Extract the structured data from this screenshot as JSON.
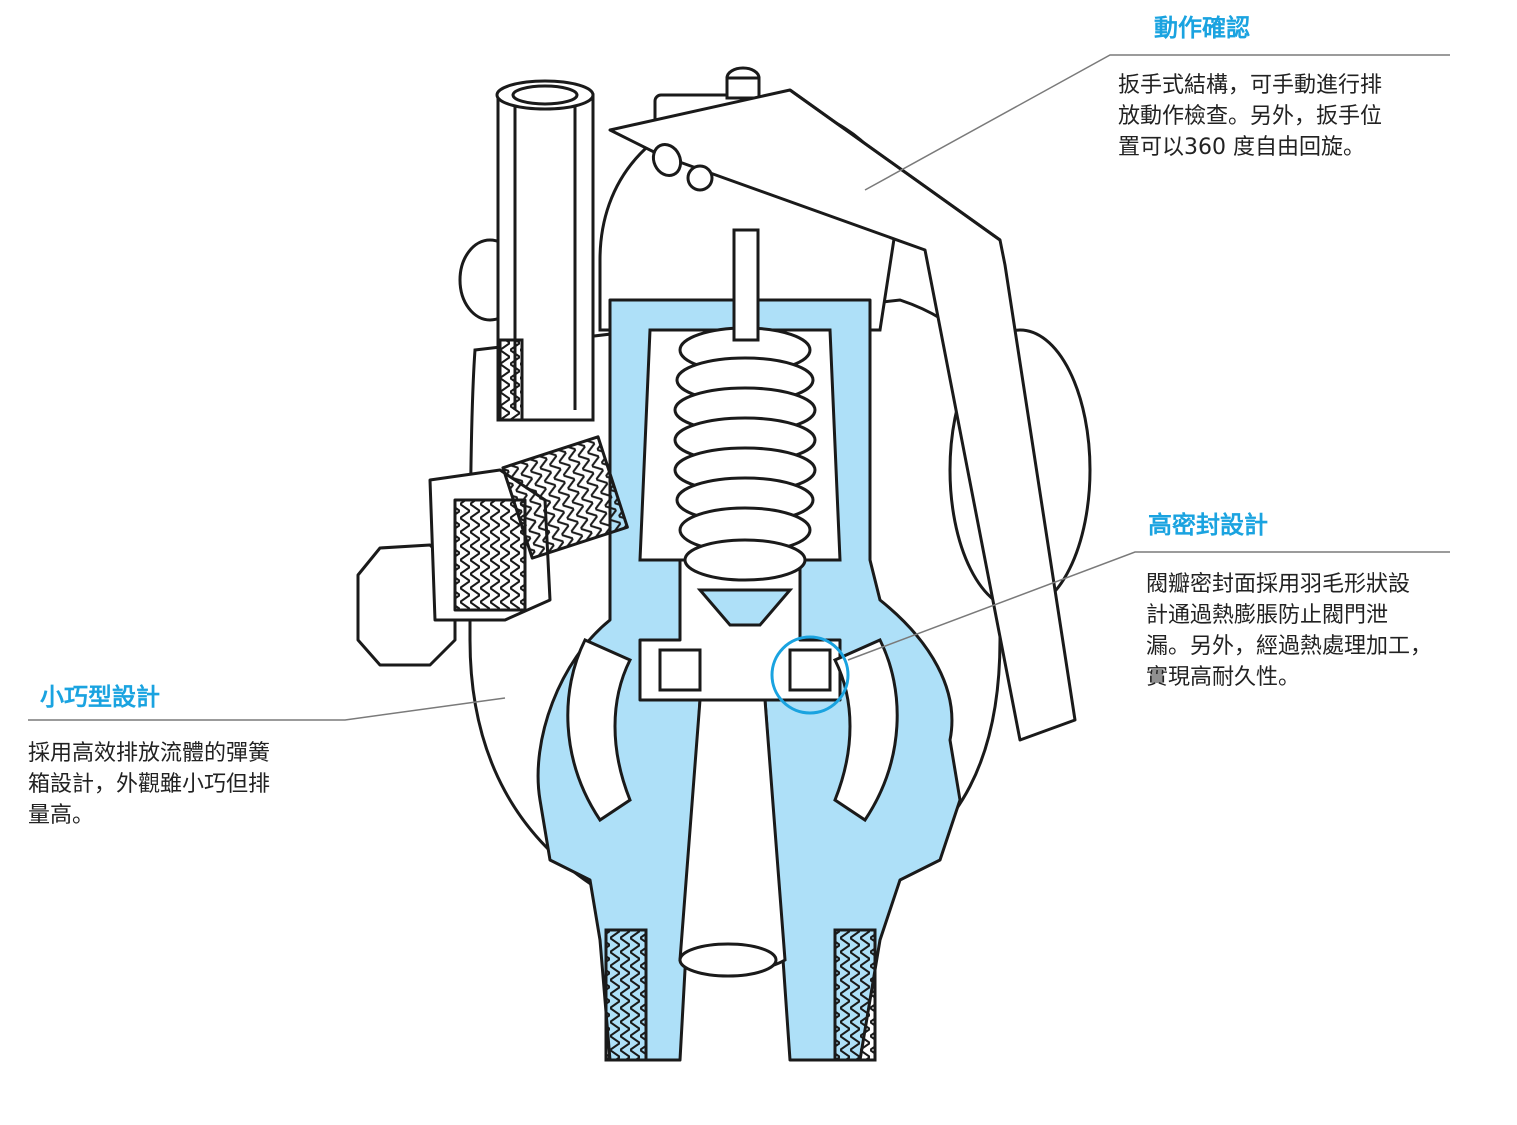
{
  "colors": {
    "accent": "#1aa3e0",
    "section_fill": "#aee0f8",
    "outline": "#1a1a1a",
    "leader_line": "#7a7a7a"
  },
  "callouts": {
    "action_check": {
      "title": "動作確認",
      "lines": [
        "扳手式結構，可手動進行排",
        "放動作檢查。另外，扳手位",
        "置可以360 度自由回旋。"
      ]
    },
    "high_seal": {
      "title": "高密封設計",
      "lines": [
        "閥瓣密封面採用羽毛形狀設",
        "計通過熱膨脹防止閥門泄",
        "漏。另外，經過熱處理加工，",
        "實現高耐久性。"
      ]
    },
    "compact": {
      "title": "小巧型設計",
      "lines": [
        "採用高效排放流體的彈簧",
        "箱設計，外觀雖小巧但排",
        "量高。"
      ]
    }
  }
}
